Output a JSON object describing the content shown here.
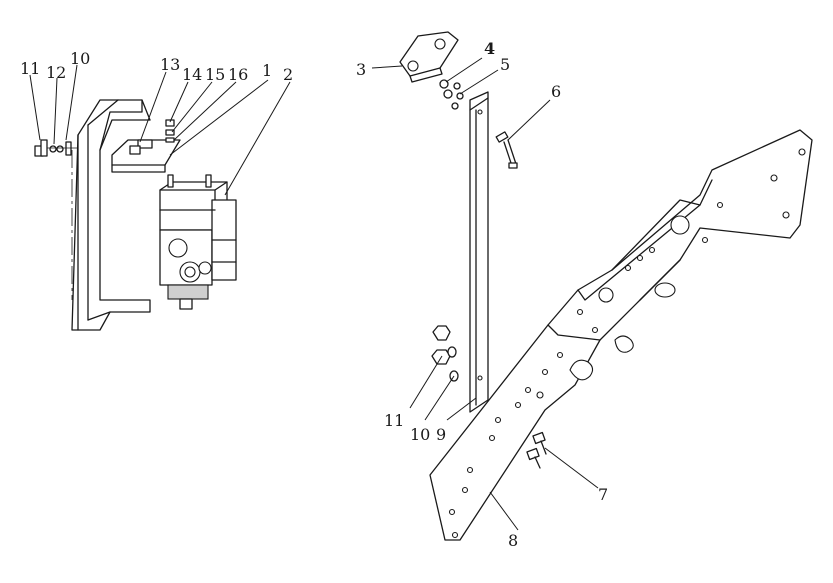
{
  "colors": {
    "line": "#1a1a1a",
    "background": "#ffffff",
    "shade": "#cfcfcf"
  },
  "left_assembly": {
    "callouts": [
      "11",
      "12",
      "10",
      "13",
      "14",
      "15",
      "16",
      "1",
      "2"
    ]
  },
  "right_assembly": {
    "callouts": [
      "3",
      "4",
      "5",
      "6",
      "11",
      "10",
      "9",
      "7",
      "8"
    ]
  }
}
